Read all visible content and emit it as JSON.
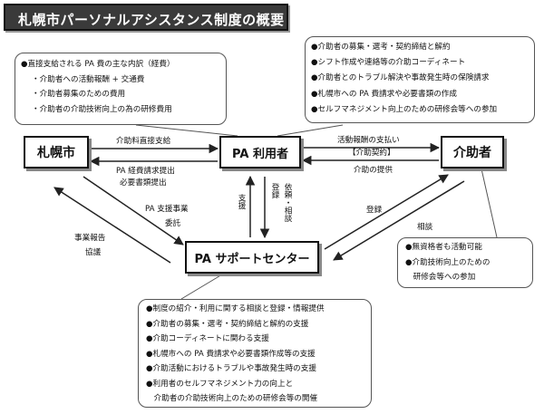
{
  "title": "札幌市パーソナルアシスタンス制度の概要",
  "entities": {
    "sapporo": "札幌市",
    "user": "PA 利用者",
    "assistant": "介助者",
    "center": "PA サポートセンター"
  },
  "notes": {
    "top_left": [
      "●直接支給される PA 費の主な内訳（経費）",
      "・介助者への活動報酬 + 交通費",
      "・介助者募集のための費用",
      "・介助者の介助技術向上の為の研修費用"
    ],
    "top_right": [
      "●介助者の募集・選考・契約締結と解約",
      "●シフト作成や連絡等の介助コーディネート",
      "●介助者とのトラブル解決や事故発生時の保険請求",
      "●札幌市への PA 費請求や必要書類の作成",
      "●セルフマネジメント向上のための研修会等への参加"
    ],
    "right": [
      "●無資格者も活動可能",
      "●介助技術向上のための",
      "　研修会等への参加"
    ],
    "bottom": [
      "●制度の紹介・利用に関する相談と登録・情報提供",
      "●介助者の募集・選考・契約締結と解約の支援",
      "●介助コーディネートに関わる支援",
      "●札幌市への PA 費請求や必要書類作成等の支援",
      "●介助活動におけるトラブルや事故発生時の支援",
      "●利用者のセルフマネジメント力の向上と",
      "　介助者の介助技術向上のための研修会等の開催"
    ]
  },
  "labels": {
    "direct_payment": "介助料直接支給",
    "pa_claim": "PA 経費請求提出",
    "documents": "必要書類提出",
    "activity_pay": "活動報酬の支払い",
    "contract": "【介助契約】",
    "care_provision": "介助の提供",
    "pa_support": "PA 支援事業",
    "entrust": "委託",
    "business_report": "事業報告",
    "consultation_city": "協議",
    "support": "支援",
    "register_user": "登録",
    "request_consult": "依頼・相談",
    "register_assistant": "登録",
    "consult_assistant": "相談"
  }
}
